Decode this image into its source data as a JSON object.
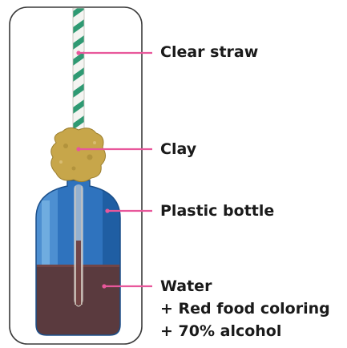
{
  "diagram": {
    "labels": {
      "straw": "Clear straw",
      "clay": "Clay",
      "bottle": "Plastic bottle",
      "liquid": [
        "Water",
        "+ Red food coloring",
        "+ 70% alcohol"
      ]
    },
    "colors": {
      "leader_line": "#e8579b",
      "bottle": "#2f73be",
      "bottle_light": "#6fb2e3",
      "liquid": "#5a3a3e",
      "clay": "#c7a64a",
      "straw_stripe": "#2f9a73",
      "frame": "#333333"
    }
  }
}
